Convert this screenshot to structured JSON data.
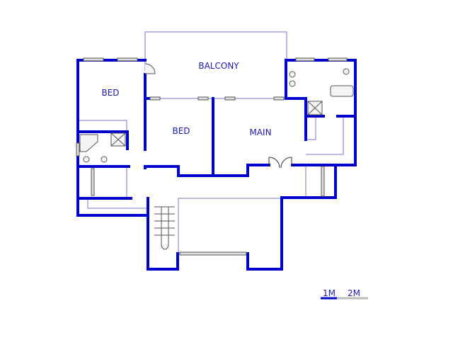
{
  "rooms": {
    "balcony": "BALCONY",
    "bed1": "BED",
    "bed2": "BED",
    "main": "MAIN"
  },
  "scale": {
    "m1": "1M",
    "m2": "2M"
  },
  "colors": {
    "wall": "#0000cc",
    "thin": "#7777cc"
  }
}
